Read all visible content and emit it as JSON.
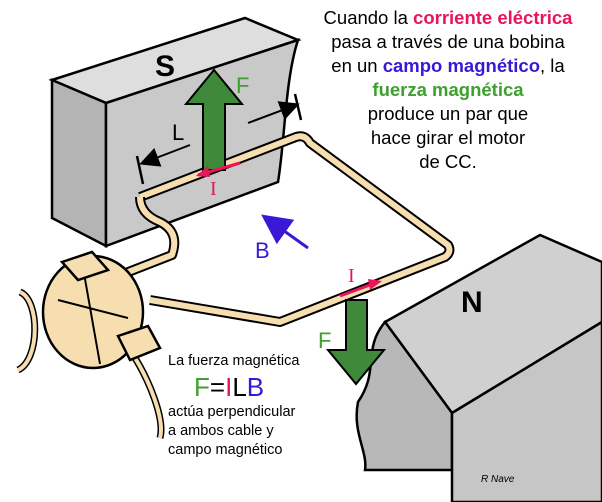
{
  "magnets": {
    "south_label": "S",
    "north_label": "N"
  },
  "labels": {
    "force_top": "F",
    "force_bottom": "F",
    "current_top": "I",
    "current_bottom": "I",
    "field": "B",
    "length": "L"
  },
  "caption": {
    "line1_pre": "Cuando la ",
    "line1_hl": "corriente eléctrica",
    "line2": "pasa a través de una bobina",
    "line3_pre": "en un ",
    "line3_hl": "campo magnético",
    "line3_post": ", la",
    "line4_hl": "fuerza magnética",
    "line5": "produce un par que",
    "line6": "hace girar el motor",
    "line7": "de CC."
  },
  "note": {
    "line1": "La fuerza magnética",
    "formula_f": "F",
    "formula_eq": "=",
    "formula_i": "I",
    "formula_l": "L",
    "formula_b": "B",
    "line3": "actúa perpendicular",
    "line4": "a ambos cable y",
    "line5": "campo magnético"
  },
  "credit": "R Nave",
  "colors": {
    "magnet_fill": "#c8c8c8",
    "wire_fill": "#f6deb0",
    "force_green": "#3e8a3a",
    "current_red": "#e8155b",
    "field_blue": "#3a19d6"
  }
}
